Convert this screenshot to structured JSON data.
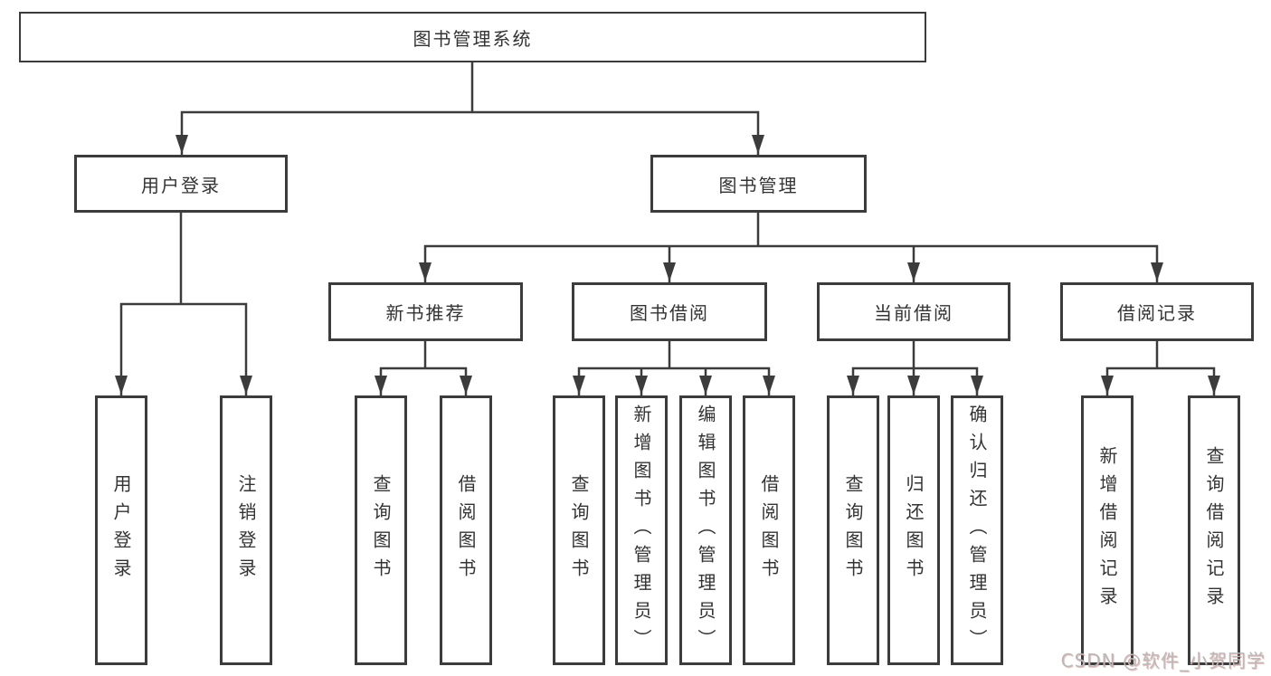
{
  "tree": {
    "root": {
      "label": "图书管理系统"
    },
    "branches": [
      {
        "label": "用户登录",
        "children": [
          "用户登录",
          "注销登录"
        ]
      },
      {
        "label": "图书管理",
        "groups": [
          {
            "label": "新书推荐",
            "children": [
              "查询图书",
              "借阅图书"
            ]
          },
          {
            "label": "图书借阅",
            "children": [
              "查询图书",
              "新增图书（管理员）",
              "编辑图书（管理员）",
              "借阅图书"
            ]
          },
          {
            "label": "当前借阅",
            "children": [
              "查询图书",
              "归还图书",
              "确认归还（管理员）"
            ]
          },
          {
            "label": "借阅记录",
            "children": [
              "新增借阅记录",
              "查询借阅记录"
            ]
          }
        ]
      }
    ]
  },
  "watermark": {
    "text": "CSDN @软件_小贺同学"
  },
  "colors": {
    "line": "#3c3c3c",
    "text": "#333333",
    "background": "#ffffff",
    "watermark": "#b9b9b9"
  }
}
